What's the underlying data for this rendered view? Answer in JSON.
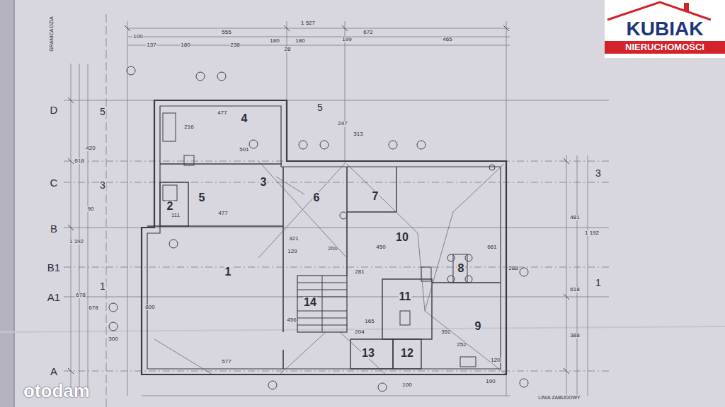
{
  "diagram": {
    "nodes": [
      {
        "text": [
          "KUBIAK",
          "NIERUCHOMOŚCI"
        ]
      }
    ],
    "labels": [
      "GRANICA DZIA",
      "D",
      "C",
      "B",
      "B1",
      "A1",
      "A",
      "1",
      "2",
      "3",
      "4",
      "5",
      "6",
      "7",
      "8",
      "9",
      "10",
      "11",
      "12",
      "13",
      "14",
      "1 527",
      "100",
      "137",
      "555",
      "180",
      "238",
      "180",
      "28",
      "180",
      "199",
      "672",
      "465",
      "618",
      "420",
      "1 192",
      "90",
      "678",
      "678",
      "300",
      "800",
      "1 192",
      "481",
      "618",
      "388",
      "LINIA ZABUDOWY",
      "477",
      "216",
      "501",
      "247",
      "313",
      "477",
      "111",
      "450",
      "321",
      "200",
      "129",
      "281",
      "288",
      "661",
      "456",
      "352",
      "252",
      "190",
      "120",
      "577",
      "100",
      "165",
      "204",
      "otodam",
      "3",
      "3",
      "5",
      "5",
      "1",
      "1"
    ]
  }
}
